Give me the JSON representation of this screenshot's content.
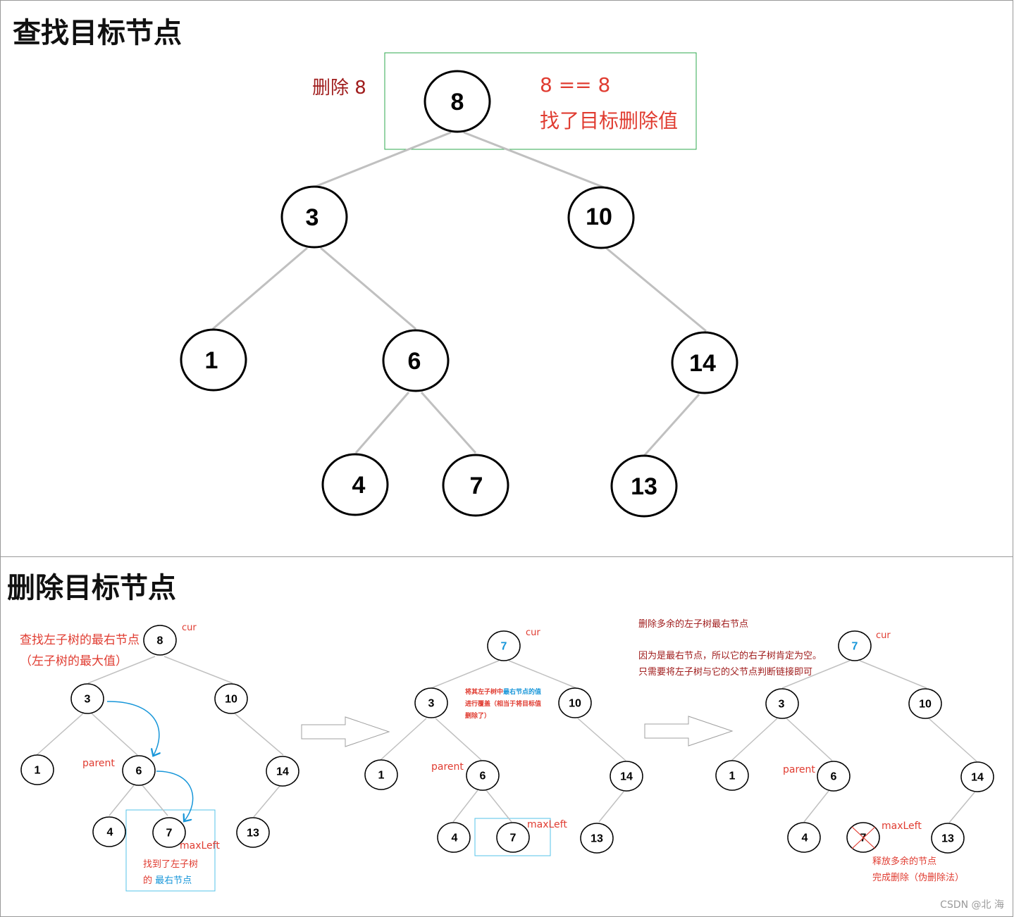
{
  "top": {
    "heading": "查找目标节点",
    "delete_label": "删除 8",
    "compare_text": "8 == 8",
    "found_text": "找了目标删除值",
    "tree": {
      "nodes": [
        {
          "id": "n8",
          "label": "8"
        },
        {
          "id": "n3",
          "label": "3"
        },
        {
          "id": "n10",
          "label": "10"
        },
        {
          "id": "n1",
          "label": "1"
        },
        {
          "id": "n6",
          "label": "6"
        },
        {
          "id": "n14",
          "label": "14"
        },
        {
          "id": "n4",
          "label": "4"
        },
        {
          "id": "n7",
          "label": "7"
        },
        {
          "id": "n13",
          "label": "13"
        }
      ]
    }
  },
  "bottom": {
    "heading": "删除目标节点",
    "step1": {
      "note_line1": "查找左子树的最右节点",
      "note_line2": "（左子树的最大值）",
      "cur_label": "cur",
      "parent_label": "parent",
      "maxleft_label": "maxLeft",
      "found_line1": "找到了左子树",
      "found_line2_prefix": "的 ",
      "found_line2_highlight": "最右节点",
      "nodes": [
        "8",
        "3",
        "10",
        "1",
        "6",
        "14",
        "4",
        "7",
        "13"
      ]
    },
    "step2": {
      "cur_label": "cur",
      "parent_label": "parent",
      "maxleft_label": "maxLeft",
      "note_line1_prefix": "将其左子树中",
      "note_line1_highlight": "最右节点的值",
      "note_line2": "进行覆盖（相当于将目标值",
      "note_line3": "删除了）",
      "nodes": [
        "7",
        "3",
        "10",
        "1",
        "6",
        "14",
        "4",
        "7",
        "13"
      ]
    },
    "step3": {
      "cur_label": "cur",
      "parent_label": "parent",
      "maxleft_label": "maxLeft",
      "note_line1": "删除多余的左子树最右节点",
      "note_line2": "因为是最右节点，所以它的右子树肯定为空。",
      "note_line3": "只需要将左子树与它的父节点判断链接即可",
      "release_line1": "释放多余的节点",
      "release_line2": "完成删除（伪删除法）",
      "nodes": [
        "7",
        "3",
        "10",
        "1",
        "6",
        "14",
        "4",
        "7",
        "13"
      ]
    },
    "watermark": "CSDN @北   海"
  },
  "colors": {
    "red": "#e03c31",
    "dark_red": "#a01d1d",
    "blue": "#1796d9",
    "green_box": "#2fa84f",
    "cyan_box": "#55c3e8",
    "edge_gray": "#c0c0c0"
  }
}
